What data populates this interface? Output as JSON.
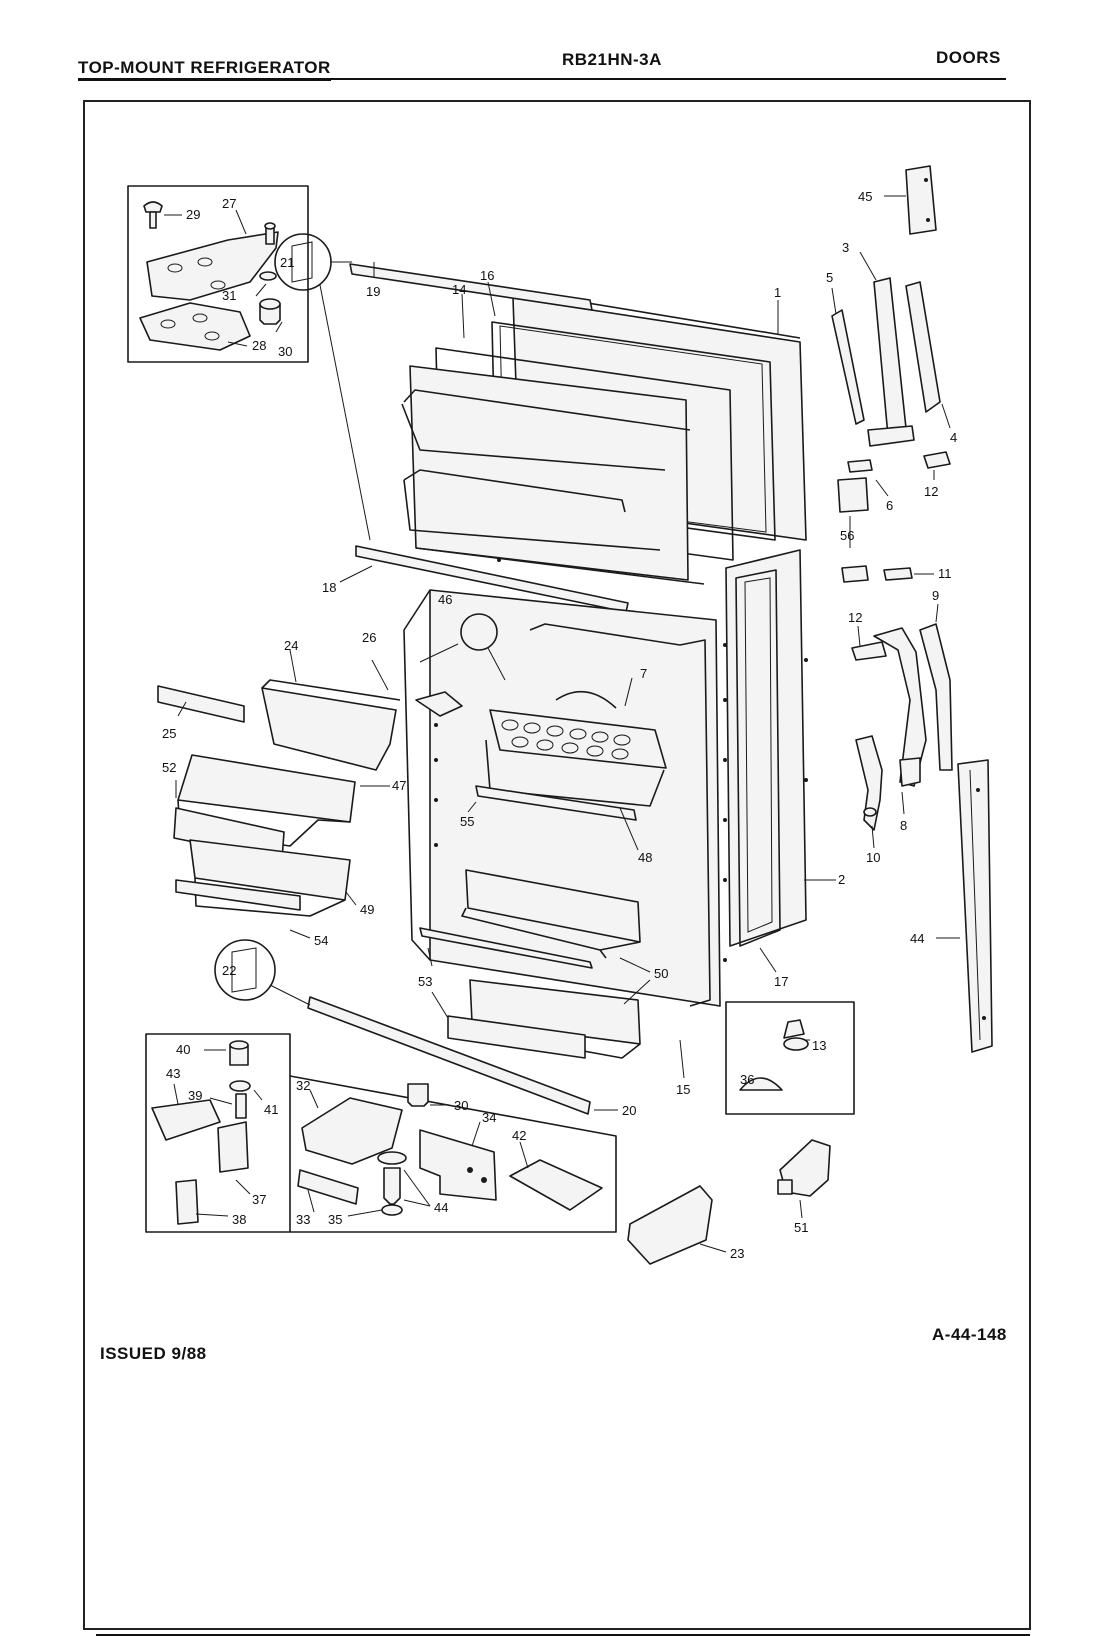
{
  "header": {
    "left_title": "TOP-MOUNT REFRIGERATOR",
    "model": "RB21HN-3A",
    "section": "DOORS"
  },
  "footer": {
    "issued": "ISSUED 9/88",
    "page_code": "A-44-148"
  },
  "callouts": {
    "c1": "1",
    "c2": "2",
    "c3": "3",
    "c4": "4",
    "c5": "5",
    "c6": "6",
    "c7": "7",
    "c8": "8",
    "c9": "9",
    "c10": "10",
    "c11": "11",
    "c12a": "12",
    "c12b": "12",
    "c13": "13",
    "c14": "14",
    "c15": "15",
    "c16": "16",
    "c17": "17",
    "c18": "18",
    "c19": "19",
    "c20": "20",
    "c21": "21",
    "c22": "22",
    "c23": "23",
    "c24": "24",
    "c25": "25",
    "c26": "26",
    "c27": "27",
    "c28": "28",
    "c29": "29",
    "c30a": "30",
    "c30b": "30",
    "c31": "31",
    "c32": "32",
    "c33": "33",
    "c34": "34",
    "c35": "35",
    "c36": "36",
    "c37": "37",
    "c38": "38",
    "c39": "39",
    "c40": "40",
    "c41": "41",
    "c42": "42",
    "c43": "43",
    "c44a": "44",
    "c44b": "44",
    "c45": "45",
    "c46": "46",
    "c47": "47",
    "c48": "48",
    "c49": "49",
    "c50": "50",
    "c51": "51",
    "c52": "52",
    "c53": "53",
    "c54": "54",
    "c55": "55",
    "c56": "56"
  }
}
